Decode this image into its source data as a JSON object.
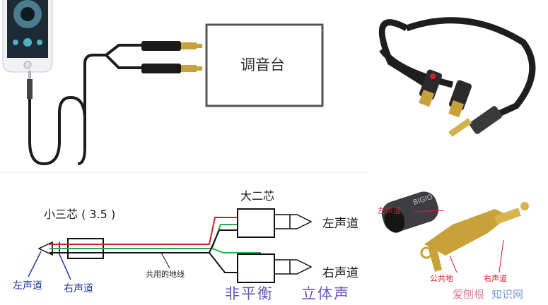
{
  "top": {
    "mixer_label": "调音台"
  },
  "bottom": {
    "trs_label": "小三芯 ( 3.5 )",
    "ts_label": "大二芯",
    "left_channel": "左声道",
    "right_channel": "右声道",
    "shared_ground": "共用的地线",
    "plug_left": "左声道",
    "plug_right": "右声道",
    "unbalanced": "非平衡",
    "stereo": "立体声"
  },
  "photo": {
    "left_channel": "左声道",
    "common_ground": "公共地",
    "right_channel": "右声道",
    "jack_brand": "BIGIO"
  },
  "watermark": {
    "text_a": "爱刨根",
    "text_b": "知识网"
  },
  "colors": {
    "red_wire": "#d0202a",
    "green_wire": "#2aa84a",
    "black_wire": "#111111",
    "label_blue": "#1f3a9e",
    "purple_text": "#6a56b8",
    "gold": "#c9a13a"
  }
}
